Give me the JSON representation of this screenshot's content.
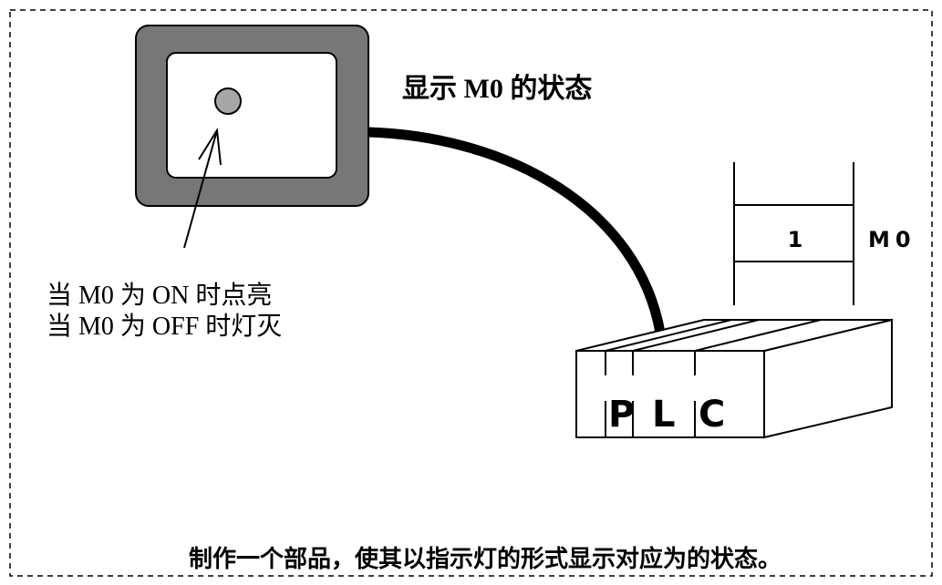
{
  "title": "显示 M0 的状态",
  "indicator_note": {
    "line_on": "当 M0 为 ON 时点亮",
    "line_off": "当 M0 为 OFF 时灯灭"
  },
  "plc": {
    "letters": [
      "P",
      "L",
      "C"
    ]
  },
  "register": {
    "value": "1",
    "name": "M0"
  },
  "caption": "制作一个部品，使其以指示灯的形式显示对应为的状态。",
  "colors": {
    "panel_frame": "#777777",
    "lamp_fill": "#A6A6A6",
    "ink": "#000000",
    "background": "#FFFFFF"
  }
}
